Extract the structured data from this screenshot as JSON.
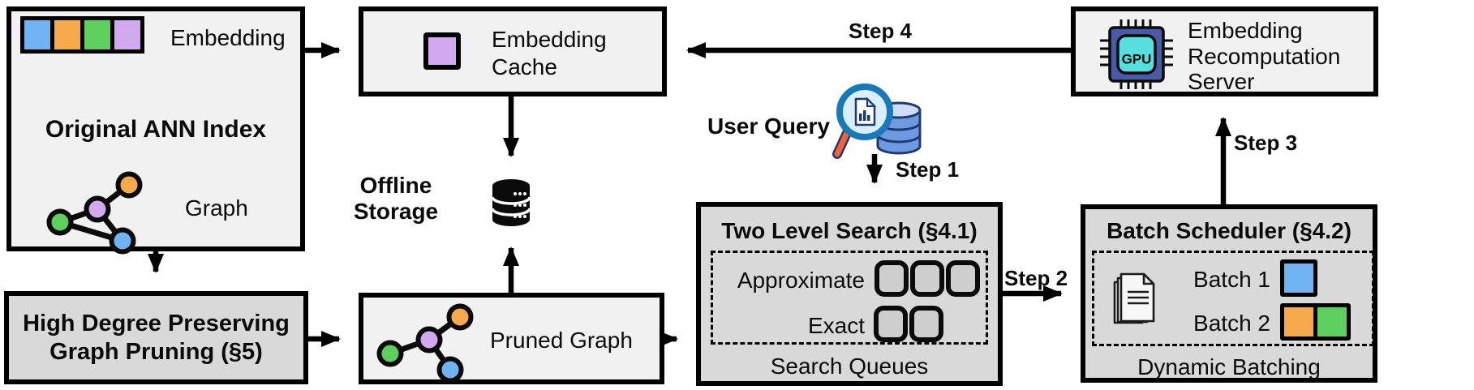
{
  "colors": {
    "blue": "#6fb3f2",
    "orange": "#f7a94e",
    "green": "#5ccf5e",
    "purple": "#d2a9ef",
    "box_light": "#f1f1f1",
    "box_dark": "#d9d9d9",
    "queue_fill": "#cecece",
    "gpu_body": "#4a5aa5",
    "gpu_die": "#57dfe0",
    "db_blue": "#6d9ae0",
    "db_blue_light": "#cfdcf5",
    "magnifier_rim": "#1979b8",
    "magnifier_lens": "#d8eefb",
    "handle_orange": "#f2633c"
  },
  "original_ann_index": {
    "title": "Original ANN Index",
    "embedding_label": "Embedding",
    "graph_label": "Graph",
    "embedding_colors": [
      "#6fb3f2",
      "#f7a94e",
      "#5ccf5e",
      "#d2a9ef"
    ]
  },
  "high_degree_pruning": {
    "title": "High Degree Preserving Graph Pruning (§5)"
  },
  "embedding_cache": {
    "label": "Embedding Cache"
  },
  "offline_storage": {
    "label": "Offline Storage"
  },
  "pruned_graph": {
    "label": "Pruned Graph"
  },
  "user_query": {
    "label": "User Query"
  },
  "two_level_search": {
    "title": "Two Level Search (§4.1)",
    "approximate_label": "Approximate",
    "exact_label": "Exact",
    "approximate_queue_count": 3,
    "exact_queue_count": 2,
    "footer": "Search Queues"
  },
  "batch_scheduler": {
    "title": "Batch Scheduler (§4.2)",
    "batch1_label": "Batch 1",
    "batch2_label": "Batch 2",
    "batch1_colors": [
      "#6fb3f2"
    ],
    "batch2_colors": [
      "#f7a94e",
      "#5ccf5e"
    ],
    "footer": "Dynamic Batching"
  },
  "recomputation_server": {
    "label": "Embedding Recomputation Server"
  },
  "steps": {
    "step1": "Step 1",
    "step2": "Step 2",
    "step3": "Step 3",
    "step4": "Step 4"
  },
  "icons": {
    "gpu_label": "GPU"
  }
}
